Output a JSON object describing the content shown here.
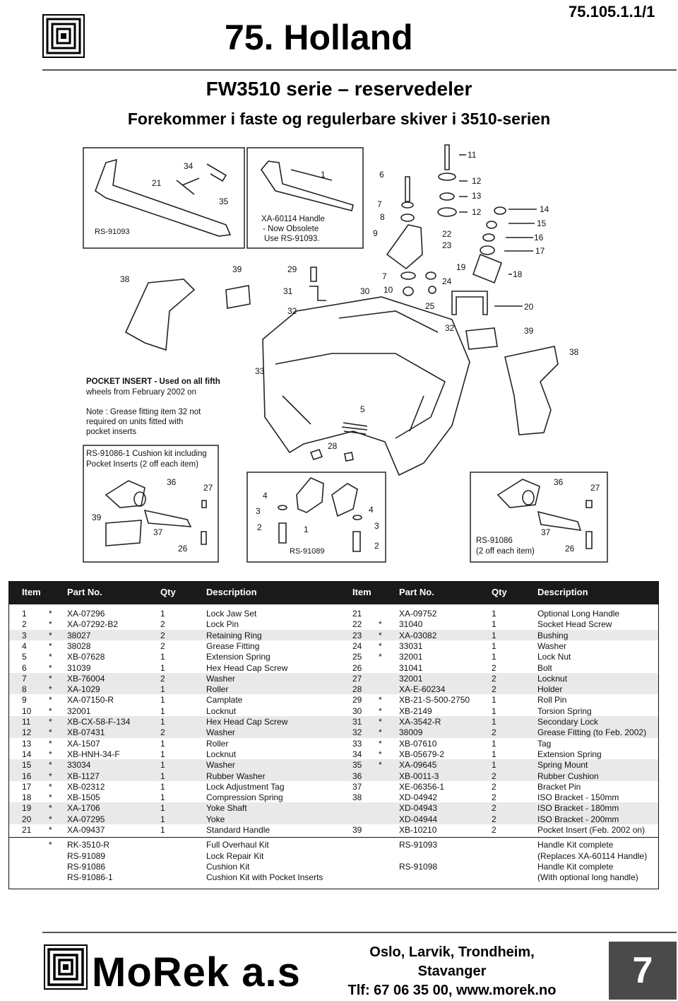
{
  "header": {
    "chapter_title": "75. Holland",
    "doc_code": "75.105.1.1/1",
    "series_title": "FW3510 serie – reservedeler",
    "subtitle": "Forekommer i faste og regulerbare skiver i 3510-serien"
  },
  "diagram": {
    "labels": {
      "l34": "34",
      "l21": "21",
      "l35": "35",
      "rs91093": "RS-91093",
      "l1": "1",
      "l11": "11",
      "l6": "6",
      "l12a": "12",
      "l13": "13",
      "l7a": "7",
      "l8": "8",
      "l12b": "12",
      "l9": "9",
      "l22": "22",
      "l23": "23",
      "l14": "14",
      "l15": "15",
      "l16": "16",
      "l17": "17",
      "l19": "19",
      "l18": "18",
      "l7b": "7",
      "l24": "24",
      "l10": "10",
      "l25": "25",
      "l20": "20",
      "l38a": "38",
      "l39a": "39",
      "l29": "29",
      "l31": "31",
      "l30": "30",
      "l32a": "32",
      "l33": "33",
      "l32b": "32",
      "l39b": "39",
      "l38b": "38",
      "l5": "5",
      "l28": "28",
      "l36a": "36",
      "l27a": "27",
      "l39c": "39",
      "l37a": "37",
      "l26a": "26",
      "l4a": "4",
      "l3a": "3",
      "l2a": "2",
      "l1b": "1",
      "l4b": "4",
      "l3b": "3",
      "l2b": "2",
      "rs91089": "RS-91089",
      "l36b": "36",
      "l27b": "27",
      "l37b": "37",
      "l26b": "26"
    },
    "notes": {
      "obsolete_1": "XA-60114 Handle",
      "obsolete_2": "- Now Obsolete",
      "obsolete_3": "Use RS-91093.",
      "pocket_1": "POCKET INSERT - Used on all fifth",
      "pocket_2": "wheels from February 2002 on",
      "grease_1": "Note : Grease fitting item 32 not",
      "grease_2": "required on units fitted with",
      "grease_3": "pocket inserts",
      "cushion_1": "RS-91086-1 Cushion kit including",
      "cushion_2": "Pocket Inserts (2 off each item)",
      "rs91086_1": "RS-91086",
      "rs91086_2": "(2 off each item)"
    }
  },
  "table": {
    "columns": [
      "Item",
      "Part No.",
      "Qty",
      "Description",
      "Item",
      "Part No.",
      "Qty",
      "Description"
    ],
    "left_rows": [
      [
        "1",
        "*",
        "XA-07296",
        "1",
        "Lock Jaw Set"
      ],
      [
        "2",
        "*",
        "XA-07292-B2",
        "2",
        "Lock Pin"
      ],
      [
        "3",
        "*",
        "38027",
        "2",
        "Retaining Ring"
      ],
      [
        "4",
        "*",
        "38028",
        "2",
        "Grease Fitting"
      ],
      [
        "5",
        "*",
        "XB-07628",
        "1",
        "Extension Spring"
      ],
      [
        "6",
        "*",
        "31039",
        "1",
        "Hex Head Cap Screw"
      ],
      [
        "7",
        "*",
        "XB-76004",
        "2",
        "Washer"
      ],
      [
        "8",
        "*",
        "XA-1029",
        "1",
        "Roller"
      ],
      [
        "9",
        "*",
        "XA-07150-R",
        "1",
        "Camplate"
      ],
      [
        "10",
        "*",
        "32001",
        "1",
        "Locknut"
      ],
      [
        "11",
        "*",
        "XB-CX-58-F-134",
        "1",
        "Hex Head Cap Screw"
      ],
      [
        "12",
        "*",
        "XB-07431",
        "2",
        "Washer"
      ],
      [
        "13",
        "*",
        "XA-1507",
        "1",
        "Roller"
      ],
      [
        "14",
        "*",
        "XB-HNH-34-F",
        "1",
        "Locknut"
      ],
      [
        "15",
        "*",
        "33034",
        "1",
        "Washer"
      ],
      [
        "16",
        "*",
        "XB-1127",
        "1",
        "Rubber Washer"
      ],
      [
        "17",
        "*",
        "XB-02312",
        "1",
        "Lock Adjustment Tag"
      ],
      [
        "18",
        "*",
        "XB-1505",
        "1",
        "Compression Spring"
      ],
      [
        "19",
        "*",
        "XA-1706",
        "1",
        "Yoke Shaft"
      ],
      [
        "20",
        "*",
        "XA-07295",
        "1",
        "Yoke"
      ],
      [
        "21",
        "*",
        "XA-09437",
        "1",
        "Standard Handle"
      ]
    ],
    "right_rows": [
      [
        "21",
        "",
        "XA-09752",
        "1",
        "Optional Long Handle"
      ],
      [
        "22",
        "*",
        "31040",
        "1",
        "Socket Head Screw"
      ],
      [
        "23",
        "*",
        "XA-03082",
        "1",
        "Bushing"
      ],
      [
        "24",
        "*",
        "33031",
        "1",
        "Washer"
      ],
      [
        "25",
        "*",
        "32001",
        "1",
        "Lock Nut"
      ],
      [
        "26",
        "",
        "31041",
        "2",
        "Bolt"
      ],
      [
        "27",
        "",
        "32001",
        "2",
        "Locknut"
      ],
      [
        "28",
        "",
        "XA-E-60234",
        "2",
        "Holder"
      ],
      [
        "29",
        "*",
        "XB-21-S-500-2750",
        "1",
        "Roll Pin"
      ],
      [
        "30",
        "*",
        "XB-2149",
        "1",
        "Torsion Spring"
      ],
      [
        "31",
        "*",
        "XA-3542-R",
        "1",
        "Secondary Lock"
      ],
      [
        "32",
        "*",
        "38009",
        "2",
        "Grease Fitting (to Feb. 2002)"
      ],
      [
        "33",
        "*",
        "XB-07610",
        "1",
        "Tag"
      ],
      [
        "34",
        "*",
        "XB-05679-2",
        "1",
        "Extension Spring"
      ],
      [
        "35",
        "*",
        "XA-09645",
        "1",
        "Spring Mount"
      ],
      [
        "36",
        "",
        "XB-0011-3",
        "2",
        "Rubber Cushion"
      ],
      [
        "37",
        "",
        "XE-06356-1",
        "2",
        "Bracket Pin"
      ],
      [
        "38",
        "",
        "XD-04942",
        "2",
        "ISO Bracket - 150mm"
      ],
      [
        "",
        "",
        "XD-04943",
        "2",
        "ISO Bracket - 180mm"
      ],
      [
        "",
        "",
        "XD-04944",
        "2",
        "ISO Bracket - 200mm"
      ],
      [
        "39",
        "",
        "XB-10210",
        "2",
        "Pocket Insert (Feb. 2002 on)"
      ]
    ],
    "kits_left": [
      [
        "*",
        "RK-3510-R",
        "Full Overhaul Kit"
      ],
      [
        "",
        "RS-91089",
        "Lock Repair Kit"
      ],
      [
        "",
        "RS-91086",
        "Cushion Kit"
      ],
      [
        "",
        "RS-91086-1",
        "Cushion Kit with Pocket Inserts"
      ]
    ],
    "kits_right": [
      [
        "RS-91093",
        "Handle Kit complete"
      ],
      [
        "",
        "(Replaces XA-60114 Handle)"
      ],
      [
        "RS-91098",
        "Handle Kit complete"
      ],
      [
        "",
        "(With optional long handle)"
      ]
    ]
  },
  "footer": {
    "brand": "MoRek a.s",
    "contact_line1": "Oslo, Larvik, Trondheim,",
    "contact_line2": "Stavanger",
    "contact_line3": "Tlf: 67 06 35 00, www.morek.no",
    "page_number": "7"
  }
}
